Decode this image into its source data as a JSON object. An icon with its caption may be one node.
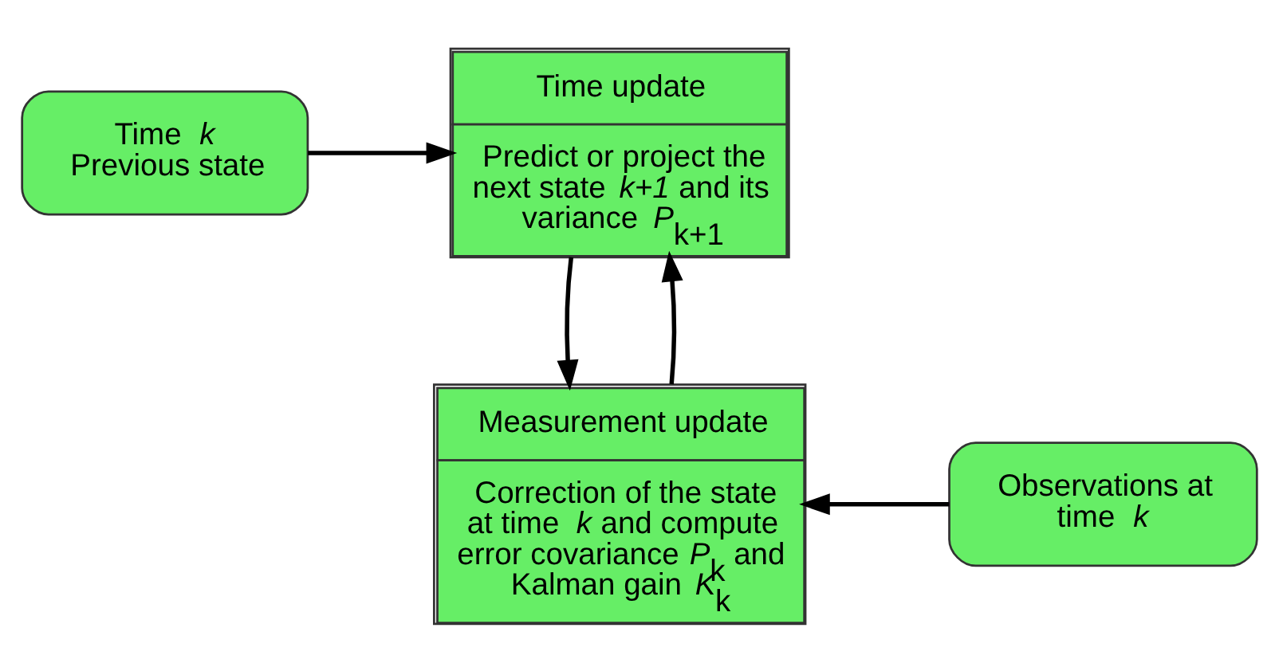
{
  "diagram": {
    "nodes": [
      {
        "text": [
          "Time *k* Previous state"
        ]
      },
      {
        "text": [
          "Time update",
          "Predict or project the next state *k+1* and its variance *P*$_{k+1}$"
        ]
      },
      {
        "text": [
          "Measurement update",
          "Correction of the state at time *k* and compute error covariance *P*$_{k}$ and Kalman gain *K*$_{k}$"
        ]
      },
      {
        "text": [
          "Observations at time *k*"
        ]
      }
    ],
    "edges": [
      {
        "from": 0,
        "to": 1,
        "arrow": "to"
      },
      {
        "from": 1,
        "to": 2,
        "arrow": "to"
      },
      {
        "from": 2,
        "to": 1,
        "arrow": "to"
      },
      {
        "from": 3,
        "to": 2,
        "arrow": "to"
      }
    ]
  }
}
